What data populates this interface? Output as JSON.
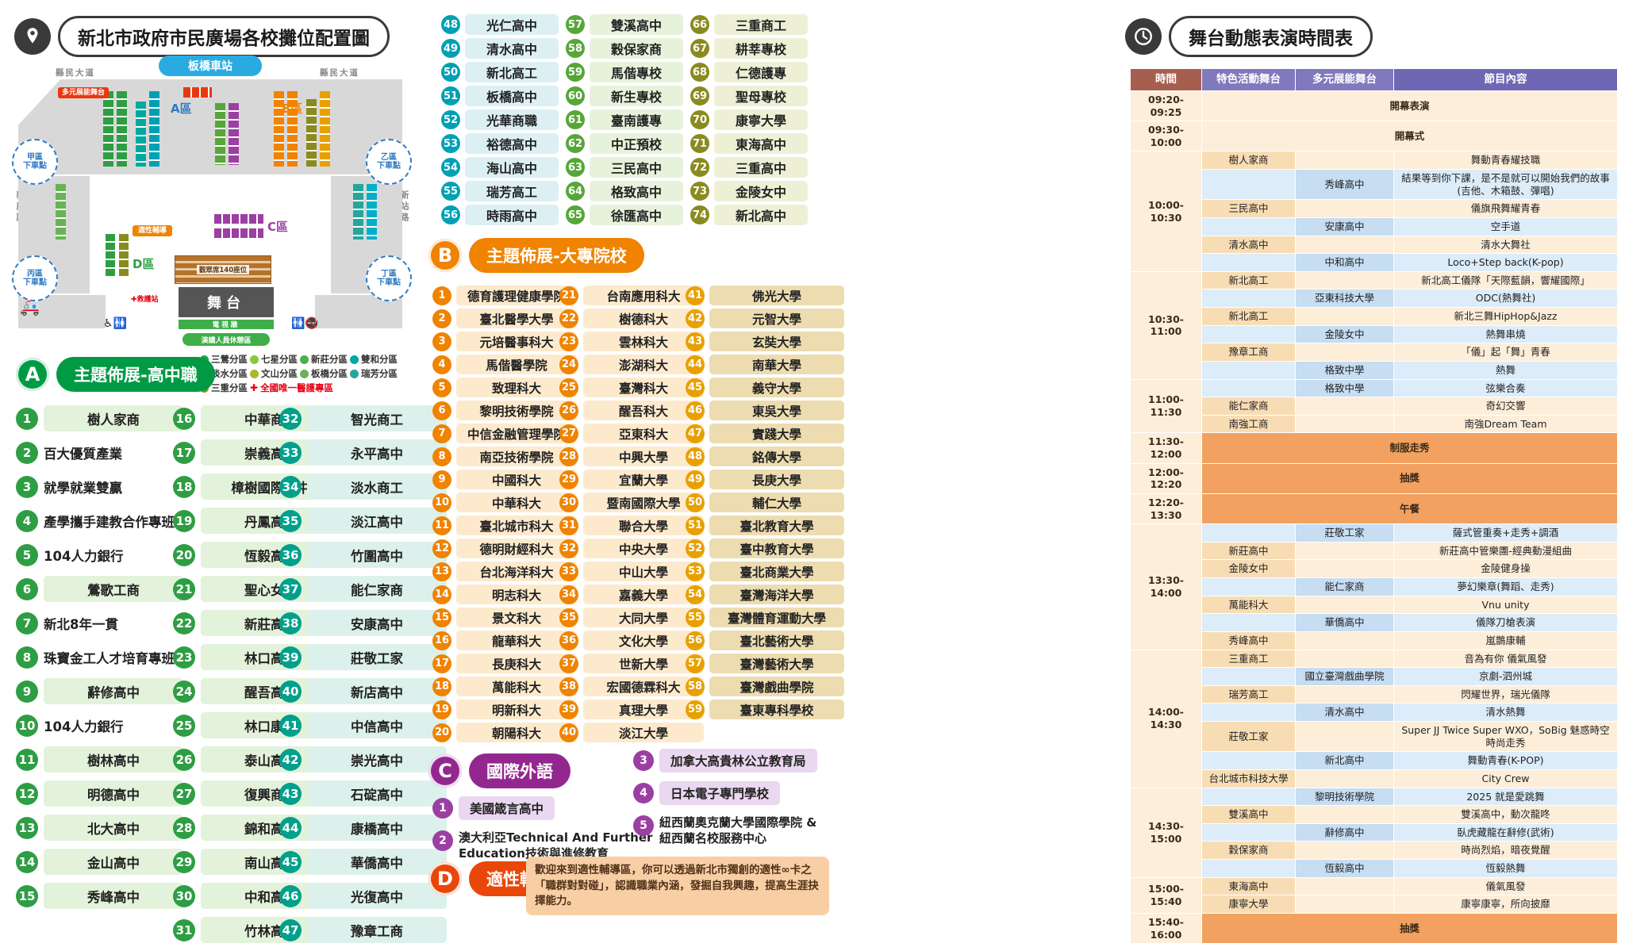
{
  "page": {
    "title": "新北市政府市民廣場各校攤位配置圖"
  },
  "map": {
    "station": "板橋車站",
    "road_top_left": "縣民大道",
    "road_top_right": "縣民大道",
    "road_left": "新府路",
    "road_right": "新站路",
    "dropoffs": [
      "甲區\n下車點",
      "乙區\n下車點",
      "丙區\n下車點",
      "丁區\n下車點"
    ],
    "zones": [
      {
        "label": "A區",
        "color": "#2f7bc4"
      },
      {
        "label": "B區",
        "color": "#f08300"
      },
      {
        "label": "C區",
        "color": "#9b3fa3"
      },
      {
        "label": "D區",
        "color": "#2e9e44"
      }
    ],
    "diverse_stage_tag": "多元展能舞台",
    "aptitude_tag": "適性輔導",
    "first_aid_tag": "✚救護站",
    "audience_label": "觀眾席140座位",
    "stage_label": "舞台",
    "tv_wall_label": "電視牆",
    "rest_area_label": "演講人員休憩區"
  },
  "legend": {
    "items": [
      {
        "label": "三鶯分區",
        "color": "#2e9e44"
      },
      {
        "label": "七星分區",
        "color": "#8dc63f"
      },
      {
        "label": "新莊分區",
        "color": "#4cae4f"
      },
      {
        "label": "雙和分區",
        "color": "#00a99d"
      },
      {
        "label": "淡水分區",
        "color": "#00b0c8"
      },
      {
        "label": "文山分區",
        "color": "#afb42b"
      },
      {
        "label": "板橋分區",
        "color": "#69b356"
      },
      {
        "label": "瑞芳分區",
        "color": "#26a69a"
      },
      {
        "label": "三重分區",
        "color": "#8a8b1f"
      },
      {
        "label": "全國唯一醫護專區",
        "color": "#e60012",
        "cross": true
      }
    ]
  },
  "sections": {
    "A": {
      "letter": "A",
      "title": "主題佈展-高中職",
      "color": "#009a44"
    },
    "B": {
      "letter": "B",
      "title": "主題佈展-大專院校",
      "color": "#f08300"
    },
    "C": {
      "letter": "C",
      "title": "國際外語",
      "color": "#93278f"
    },
    "D": {
      "letter": "D",
      "title": "適性輔導",
      "color": "#e94709",
      "description": "歡迎來到適性輔導區，你可以透過新北市獨創的適性∞卡之「職群對對碰」，認識職業內涵，發掘自我興趣，提高生涯抉擇能力。"
    }
  },
  "highschool_columns": [
    {
      "badge_color": "#2e9e44",
      "label_bg": "#e3f2da",
      "items": [
        {
          "n": 1,
          "label": "樹人家商"
        },
        {
          "n": 2,
          "label": "百大優質產業",
          "plain": true
        },
        {
          "n": 3,
          "label": "就學就業雙贏",
          "plain": true
        },
        {
          "n": 4,
          "label": "產學攜手建教合作專班",
          "plain": true
        },
        {
          "n": 5,
          "label": "104人力銀行",
          "plain": true
        },
        {
          "n": 6,
          "label": "鶯歌工商"
        },
        {
          "n": 7,
          "label": "新北8年一貫",
          "plain": true
        },
        {
          "n": 8,
          "label": "珠寶金工人才培育專班",
          "plain": true
        },
        {
          "n": 9,
          "label": "辭修高中"
        },
        {
          "n": 10,
          "label": "104人力銀行",
          "plain": true
        },
        {
          "n": 11,
          "label": "樹林高中"
        },
        {
          "n": 12,
          "label": "明德高中"
        },
        {
          "n": 13,
          "label": "北大高中"
        },
        {
          "n": 14,
          "label": "金山高中"
        },
        {
          "n": 15,
          "label": "秀峰高中"
        }
      ]
    },
    {
      "badge_color": "#2e9e44",
      "label_bg": "#e3f2da",
      "items": [
        {
          "n": 16,
          "label": "中華商海"
        },
        {
          "n": 17,
          "label": "崇義高中"
        },
        {
          "n": 18,
          "label": "樟樹國際實中"
        },
        {
          "n": 19,
          "label": "丹鳳高中"
        },
        {
          "n": 20,
          "label": "恆毅高中"
        },
        {
          "n": 21,
          "label": "聖心女中"
        },
        {
          "n": 22,
          "label": "新莊高中"
        },
        {
          "n": 23,
          "label": "林口高中"
        },
        {
          "n": 24,
          "label": "醒吾高中"
        },
        {
          "n": 25,
          "label": "林口康橋"
        },
        {
          "n": 26,
          "label": "泰山高中"
        },
        {
          "n": 27,
          "label": "復興商工"
        },
        {
          "n": 28,
          "label": "錦和高中"
        },
        {
          "n": 29,
          "label": "南山高中"
        },
        {
          "n": 30,
          "label": "中和高中"
        },
        {
          "n": 31,
          "label": "竹林高中"
        }
      ]
    },
    {
      "badge_color": "#00a08c",
      "label_bg": "#ddf1ec",
      "items": [
        {
          "n": 32,
          "label": "智光商工"
        },
        {
          "n": 33,
          "label": "永平高中"
        },
        {
          "n": 34,
          "label": "淡水商工"
        },
        {
          "n": 35,
          "label": "淡江高中"
        },
        {
          "n": 36,
          "label": "竹圍高中"
        },
        {
          "n": 37,
          "label": "能仁家商"
        },
        {
          "n": 38,
          "label": "安康高中"
        },
        {
          "n": 39,
          "label": "莊敬工家"
        },
        {
          "n": 40,
          "label": "新店高中"
        },
        {
          "n": 41,
          "label": "中信高中"
        },
        {
          "n": 42,
          "label": "崇光高中"
        },
        {
          "n": 43,
          "label": "石碇高中"
        },
        {
          "n": 44,
          "label": "康橋高中"
        },
        {
          "n": 45,
          "label": "華僑高中"
        },
        {
          "n": 46,
          "label": "光復高中"
        },
        {
          "n": 47,
          "label": "豫章工商"
        }
      ]
    }
  ],
  "highschool_top_columns": [
    {
      "badge_color": "#00a0b4",
      "label_bg": "#dcf0f4",
      "items": [
        {
          "n": 48,
          "label": "光仁高中"
        },
        {
          "n": 49,
          "label": "清水高中"
        },
        {
          "n": 50,
          "label": "新北高工"
        },
        {
          "n": 51,
          "label": "板橋高中"
        },
        {
          "n": 52,
          "label": "光華商職"
        },
        {
          "n": 53,
          "label": "裕德高中"
        },
        {
          "n": 54,
          "label": "海山高中"
        },
        {
          "n": 55,
          "label": "瑞芳高工"
        },
        {
          "n": 56,
          "label": "時雨高中"
        }
      ]
    },
    {
      "badge_color": "#57a639",
      "label_bg": "#e6f2da",
      "items": [
        {
          "n": 57,
          "label": "雙溪高中"
        },
        {
          "n": 58,
          "label": "穀保家商"
        },
        {
          "n": 59,
          "label": "馬偕專校"
        },
        {
          "n": 60,
          "label": "新生專校"
        },
        {
          "n": 61,
          "label": "臺南護專"
        },
        {
          "n": 62,
          "label": "中正預校"
        },
        {
          "n": 63,
          "label": "三民高中"
        },
        {
          "n": 64,
          "label": "格致高中"
        },
        {
          "n": 65,
          "label": "徐匯高中"
        }
      ]
    },
    {
      "badge_color": "#8a8b1f",
      "label_bg": "#eef0d6",
      "items": [
        {
          "n": 66,
          "label": "三重商工"
        },
        {
          "n": 67,
          "label": "耕莘專校"
        },
        {
          "n": 68,
          "label": "仁德護專"
        },
        {
          "n": 69,
          "label": "聖母專校"
        },
        {
          "n": 70,
          "label": "康寧大學"
        },
        {
          "n": 71,
          "label": "東海高中"
        },
        {
          "n": 72,
          "label": "三重高中"
        },
        {
          "n": 73,
          "label": "金陵女中"
        },
        {
          "n": 74,
          "label": "新北高中"
        }
      ]
    }
  ],
  "college_columns": [
    {
      "badge_color": "#f08300",
      "label_bg": "#fdeacd",
      "items": [
        {
          "n": 1,
          "label": "德育護理健康學院"
        },
        {
          "n": 2,
          "label": "臺北醫學大學"
        },
        {
          "n": 3,
          "label": "元培醫事科大"
        },
        {
          "n": 4,
          "label": "馬偕醫學院"
        },
        {
          "n": 5,
          "label": "致理科大"
        },
        {
          "n": 6,
          "label": "黎明技術學院"
        },
        {
          "n": 7,
          "label": "中信金融管理學院"
        },
        {
          "n": 8,
          "label": "南亞技術學院"
        },
        {
          "n": 9,
          "label": "中國科大"
        },
        {
          "n": 10,
          "label": "中華科大"
        },
        {
          "n": 11,
          "label": "臺北城市科大"
        },
        {
          "n": 12,
          "label": "德明財經科大"
        },
        {
          "n": 13,
          "label": "台北海洋科大"
        },
        {
          "n": 14,
          "label": "明志科大"
        },
        {
          "n": 15,
          "label": "景文科大"
        },
        {
          "n": 16,
          "label": "龍華科大"
        },
        {
          "n": 17,
          "label": "長庚科大"
        },
        {
          "n": 18,
          "label": "萬能科大"
        },
        {
          "n": 19,
          "label": "明新科大"
        },
        {
          "n": 20,
          "label": "朝陽科大"
        }
      ]
    },
    {
      "badge_color": "#f08300",
      "label_bg": "#fdeacd",
      "items": [
        {
          "n": 21,
          "label": "台南應用科大"
        },
        {
          "n": 22,
          "label": "樹德科大"
        },
        {
          "n": 23,
          "label": "雲林科大"
        },
        {
          "n": 24,
          "label": "澎湖科大"
        },
        {
          "n": 25,
          "label": "臺灣科大"
        },
        {
          "n": 26,
          "label": "醒吾科大"
        },
        {
          "n": 27,
          "label": "亞東科大"
        },
        {
          "n": 28,
          "label": "中興大學"
        },
        {
          "n": 29,
          "label": "宜蘭大學"
        },
        {
          "n": 30,
          "label": "暨南國際大學"
        },
        {
          "n": 31,
          "label": "聯合大學"
        },
        {
          "n": 32,
          "label": "中央大學"
        },
        {
          "n": 33,
          "label": "中山大學"
        },
        {
          "n": 34,
          "label": "嘉義大學"
        },
        {
          "n": 35,
          "label": "大同大學"
        },
        {
          "n": 36,
          "label": "文化大學"
        },
        {
          "n": 37,
          "label": "世新大學"
        },
        {
          "n": 38,
          "label": "宏國德霖科大"
        },
        {
          "n": 39,
          "label": "真理大學"
        },
        {
          "n": 40,
          "label": "淡江大學"
        }
      ]
    },
    {
      "badge_color": "#e8a000",
      "label_bg": "#ecdcb0",
      "items": [
        {
          "n": 41,
          "label": "佛光大學"
        },
        {
          "n": 42,
          "label": "元智大學"
        },
        {
          "n": 43,
          "label": "玄奘大學"
        },
        {
          "n": 44,
          "label": "南華大學"
        },
        {
          "n": 45,
          "label": "義守大學"
        },
        {
          "n": 46,
          "label": "東吳大學"
        },
        {
          "n": 47,
          "label": "實踐大學"
        },
        {
          "n": 48,
          "label": "銘傳大學"
        },
        {
          "n": 49,
          "label": "長庚大學"
        },
        {
          "n": 50,
          "label": "輔仁大學"
        },
        {
          "n": 51,
          "label": "臺北教育大學"
        },
        {
          "n": 52,
          "label": "臺中教育大學"
        },
        {
          "n": 53,
          "label": "臺北商業大學"
        },
        {
          "n": 54,
          "label": "臺灣海洋大學"
        },
        {
          "n": 55,
          "label": "臺灣體育運動大學"
        },
        {
          "n": 56,
          "label": "臺北藝術大學"
        },
        {
          "n": 57,
          "label": "臺灣藝術大學"
        },
        {
          "n": 58,
          "label": "臺灣戲曲學院"
        },
        {
          "n": 59,
          "label": "臺東專科學校"
        }
      ]
    }
  ],
  "international_columns": [
    {
      "badge_color": "#9b3fa3",
      "label_bg": "#ead7f0",
      "items": [
        {
          "n": 1,
          "label": "美國箴言高中"
        },
        {
          "n": 2,
          "label": "澳大利亞Technical And Further\nEducation技術與進修教育",
          "plain": true
        }
      ]
    },
    {
      "badge_color": "#9b3fa3",
      "label_bg": "#ead7f0",
      "items": [
        {
          "n": 3,
          "label": "加拿大高貴林公立教育局"
        },
        {
          "n": 4,
          "label": "日本電子專門學校"
        },
        {
          "n": 5,
          "label": "紐西蘭奧克蘭大學國際學院 &\n紐西蘭名校服務中心",
          "plain": true
        }
      ]
    }
  ],
  "schedule": {
    "title": "舞台動態表演時間表",
    "headers": [
      "時間",
      "特色活動舞台",
      "多元展能舞台",
      "節目內容"
    ],
    "rows": [
      {
        "t": "09:20-09:25",
        "all": "開幕表演"
      },
      {
        "t": "09:30-10:00",
        "all": "開幕式"
      },
      {
        "t": "10:00-10:30",
        "tr": 6,
        "s1": "樹人家商",
        "p": "舞動青春耀技職"
      },
      {
        "s2": "秀峰高中",
        "p": "結果等到你下課，是不是就可以開始我們的故事(吉他、木箱鼓、彈唱)"
      },
      {
        "s1": "三民高中",
        "p": "儀旗飛舞耀青春"
      },
      {
        "s2": "安康高中",
        "p": "空手道"
      },
      {
        "s1": "清水高中",
        "p": "清水大舞社"
      },
      {
        "s2": "中和高中",
        "p": "Loco+Step back(K-pop)"
      },
      {
        "t": "10:30-11:00",
        "tr": 6,
        "s1": "新北高工",
        "p": "新北高工儀隊「天際藍韻，響耀國際」"
      },
      {
        "s2": "亞東科技大學",
        "p": "ODC(熱舞社)"
      },
      {
        "s1": "新北高工",
        "p": "新北三舞HipHop&Jazz"
      },
      {
        "s2": "金陵女中",
        "p": "熱舞串燒"
      },
      {
        "s1": "豫章工商",
        "p": "「儀」起「舞」青春"
      },
      {
        "s2": "格致中學",
        "p": "熱舞"
      },
      {
        "t": "11:00-11:30",
        "tr": 3,
        "s2": "格致中學",
        "p": "弦樂合奏"
      },
      {
        "s1": "能仁家商",
        "p": "奇幻交響"
      },
      {
        "s1": "南強工商",
        "p": "南強Dream Team"
      },
      {
        "t": "11:30-12:00",
        "all": "制服走秀",
        "strong": true
      },
      {
        "t": "12:00-12:20",
        "all": "抽獎",
        "strong": true
      },
      {
        "t": "12:20-13:30",
        "all": "午餐",
        "strong": true
      },
      {
        "t": "13:30-14:00",
        "tr": 7,
        "s2": "莊敬工家",
        "p": "薩式管重奏+走秀+調酒"
      },
      {
        "s1": "新莊高中",
        "p": "新莊高中管樂團-經典動漫組曲"
      },
      {
        "s1": "金陵女中",
        "p": "金陵健身操"
      },
      {
        "s2": "能仁家商",
        "p": "夢幻樂章(舞蹈、走秀)"
      },
      {
        "s1": "萬能科大",
        "p": "Vnu unity"
      },
      {
        "s2": "華僑高中",
        "p": "儀隊刀槍表演"
      },
      {
        "s1": "秀峰高中",
        "p": "嵐鵲康輔"
      },
      {
        "t": "14:00-14:30",
        "tr": 7,
        "s1": "三重商工",
        "p": "音為有你 儀氣風發"
      },
      {
        "s2": "國立臺灣戲曲學院",
        "p": "京劇-泗州城"
      },
      {
        "s1": "瑞芳高工",
        "p": "閃耀世界，瑞光儀隊"
      },
      {
        "s2": "清水高中",
        "p": "清水熱舞"
      },
      {
        "s1": "莊敬工家",
        "p": "Super JJ Twice Super WXO，SoBig 魅惑時空時尚走秀"
      },
      {
        "s2": "新北高中",
        "p": "舞動青春(K-POP)"
      },
      {
        "s1": "台北城市科技大學",
        "p": "City Crew"
      },
      {
        "t": "14:30-15:00",
        "tr": 5,
        "s2": "黎明技術學院",
        "p": "2025 就是愛跳舞"
      },
      {
        "s1": "雙溪高中",
        "p": "雙溪高中，動次龍咚"
      },
      {
        "s2": "辭修高中",
        "p": "臥虎藏龍在辭修(武術)"
      },
      {
        "s1": "穀保家商",
        "p": "時尚烈焰，暗夜覺醒"
      },
      {
        "s2": "恆毅高中",
        "p": "恆毅熱舞"
      },
      {
        "t": "15:00-15:40",
        "tr": 2,
        "s1": "東海高中",
        "p": "儀氣風發"
      },
      {
        "s1": "康寧大學",
        "p": "康寧康寧，所向披靡"
      },
      {
        "t": "15:40-16:00",
        "all": "抽獎",
        "strong": true
      }
    ]
  }
}
